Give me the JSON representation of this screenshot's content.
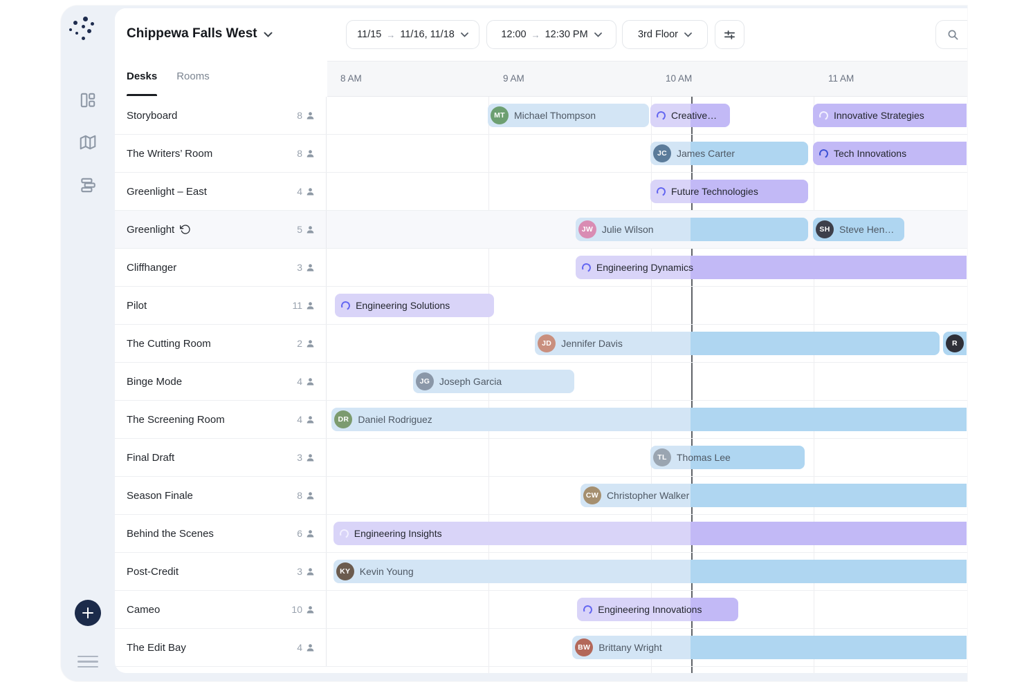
{
  "header": {
    "title": "Chippewa Falls West",
    "date_filter": {
      "from": "11/15",
      "to": "11/16, 11/18"
    },
    "time_filter": {
      "from": "12:00",
      "to": "12:30 PM"
    },
    "floor_filter": {
      "label": "3rd Floor"
    },
    "filters_icon": "sliders-icon",
    "search_icon": "search-icon"
  },
  "tabs": [
    {
      "label": "Desks",
      "active": true
    },
    {
      "label": "Rooms",
      "active": false
    }
  ],
  "timeline": {
    "hours": [
      "8 AM",
      "9 AM",
      "10 AM",
      "11 AM"
    ],
    "now_hour": 2.247
  },
  "colors": {
    "person_past": "#d3e5f5",
    "person_future": "#afd6f1",
    "team_past": "#d9d4f8",
    "team_future": "#c2b9f6",
    "now_line": "#5f6368",
    "accent_navy": "#1c2b4a"
  },
  "rooms": [
    {
      "name": "Storyboard",
      "capacity": "8",
      "bars": [
        {
          "label": "Michael Thompson",
          "kind": "person",
          "start": 1.0,
          "end": 1.99,
          "initials": "MT",
          "avatar_color": "#6d9f71"
        },
        {
          "label": "Creative…",
          "kind": "team",
          "start": 2.0,
          "end": 2.49,
          "spinner": "#6366f1"
        },
        {
          "label": "Innovative Strategies",
          "kind": "team",
          "start": 3.0,
          "end": 4.0,
          "clipped": true,
          "spinner": "#f2f0ff"
        }
      ]
    },
    {
      "name": "The Writers’ Room",
      "capacity": "8",
      "bars": [
        {
          "label": "James Carter",
          "kind": "person",
          "start": 2.0,
          "end": 2.97,
          "initials": "JC",
          "avatar_color": "#5b7b9a"
        },
        {
          "label": "Tech Innovations",
          "kind": "team",
          "start": 3.0,
          "end": 4.0,
          "clipped": true,
          "spinner": "#3d52d5"
        }
      ]
    },
    {
      "name": "Greenlight – East",
      "capacity": "4",
      "bars": [
        {
          "label": "Future Technologies",
          "kind": "team",
          "start": 2.0,
          "end": 2.97,
          "spinner": "#6366f1"
        }
      ]
    },
    {
      "name": "Greenlight",
      "capacity": "5",
      "highlighted": true,
      "history_icon": true,
      "bars": [
        {
          "label": "Julie Wilson",
          "kind": "person",
          "start": 1.54,
          "end": 2.97,
          "initials": "JW",
          "avatar_color": "#d98cb3"
        },
        {
          "label": "Steve Hen…",
          "kind": "person",
          "start": 3.0,
          "end": 3.56,
          "initials": "SH",
          "avatar_color": "#3d3f4a"
        }
      ]
    },
    {
      "name": "Cliffhanger",
      "capacity": "3",
      "bars": [
        {
          "label": "Engineering Dynamics",
          "kind": "team",
          "start": 1.54,
          "end": 4.0,
          "clipped": true,
          "spinner": "#6366f1"
        }
      ]
    },
    {
      "name": "Pilot",
      "capacity": "11",
      "bars": [
        {
          "label": "Engineering Solutions",
          "kind": "team",
          "start": 0.06,
          "end": 1.04,
          "spinner": "#6366f1"
        }
      ]
    },
    {
      "name": "The Cutting Room",
      "capacity": "2",
      "bars": [
        {
          "label": "Jennifer Davis",
          "kind": "person",
          "start": 1.29,
          "end": 3.78,
          "initials": "JD",
          "avatar_color": "#c98f7e"
        },
        {
          "label": "Ri",
          "kind": "person",
          "start": 3.8,
          "end": 4.0,
          "clipped": true,
          "initials": "R",
          "avatar_color": "#2f3038"
        }
      ]
    },
    {
      "name": "Binge Mode",
      "capacity": "4",
      "bars": [
        {
          "label": "Joseph Garcia",
          "kind": "person",
          "start": 0.54,
          "end": 1.53,
          "initials": "JG",
          "avatar_color": "#8a97a8"
        }
      ]
    },
    {
      "name": "The Screening Room",
      "capacity": "4",
      "bars": [
        {
          "label": "Daniel Rodriguez",
          "kind": "person",
          "start": 0.04,
          "end": 4.0,
          "clipped": true,
          "initials": "DR",
          "avatar_color": "#7c9b6f"
        }
      ]
    },
    {
      "name": "Final Draft",
      "capacity": "3",
      "bars": [
        {
          "label": "Thomas Lee",
          "kind": "person",
          "start": 2.0,
          "end": 2.95,
          "initials": "TL",
          "avatar_color": "#9aa5b1"
        }
      ]
    },
    {
      "name": "Season Finale",
      "capacity": "8",
      "bars": [
        {
          "label": "Christopher Walker",
          "kind": "person",
          "start": 1.57,
          "end": 4.0,
          "clipped": true,
          "initials": "CW",
          "avatar_color": "#a58f6f"
        }
      ]
    },
    {
      "name": "Behind the Scenes",
      "capacity": "6",
      "bars": [
        {
          "label": "Engineering Insights",
          "kind": "team",
          "start": 0.05,
          "end": 4.0,
          "clipped": true,
          "spinner": "#f2f0ff"
        }
      ]
    },
    {
      "name": "Post-Credit",
      "capacity": "3",
      "bars": [
        {
          "label": "Kevin Young",
          "kind": "person",
          "start": 0.05,
          "end": 4.0,
          "clipped": true,
          "initials": "KY",
          "avatar_color": "#6b5b4e"
        }
      ]
    },
    {
      "name": "Cameo",
      "capacity": "10",
      "bars": [
        {
          "label": "Engineering Innovations",
          "kind": "team",
          "start": 1.55,
          "end": 2.54,
          "spinner": "#6366f1"
        }
      ]
    },
    {
      "name": "The Edit Bay",
      "capacity": "4",
      "bars": [
        {
          "label": "Brittany Wright",
          "kind": "person",
          "start": 1.52,
          "end": 4.0,
          "clipped": true,
          "initials": "BW",
          "avatar_color": "#b3685a"
        }
      ]
    }
  ]
}
